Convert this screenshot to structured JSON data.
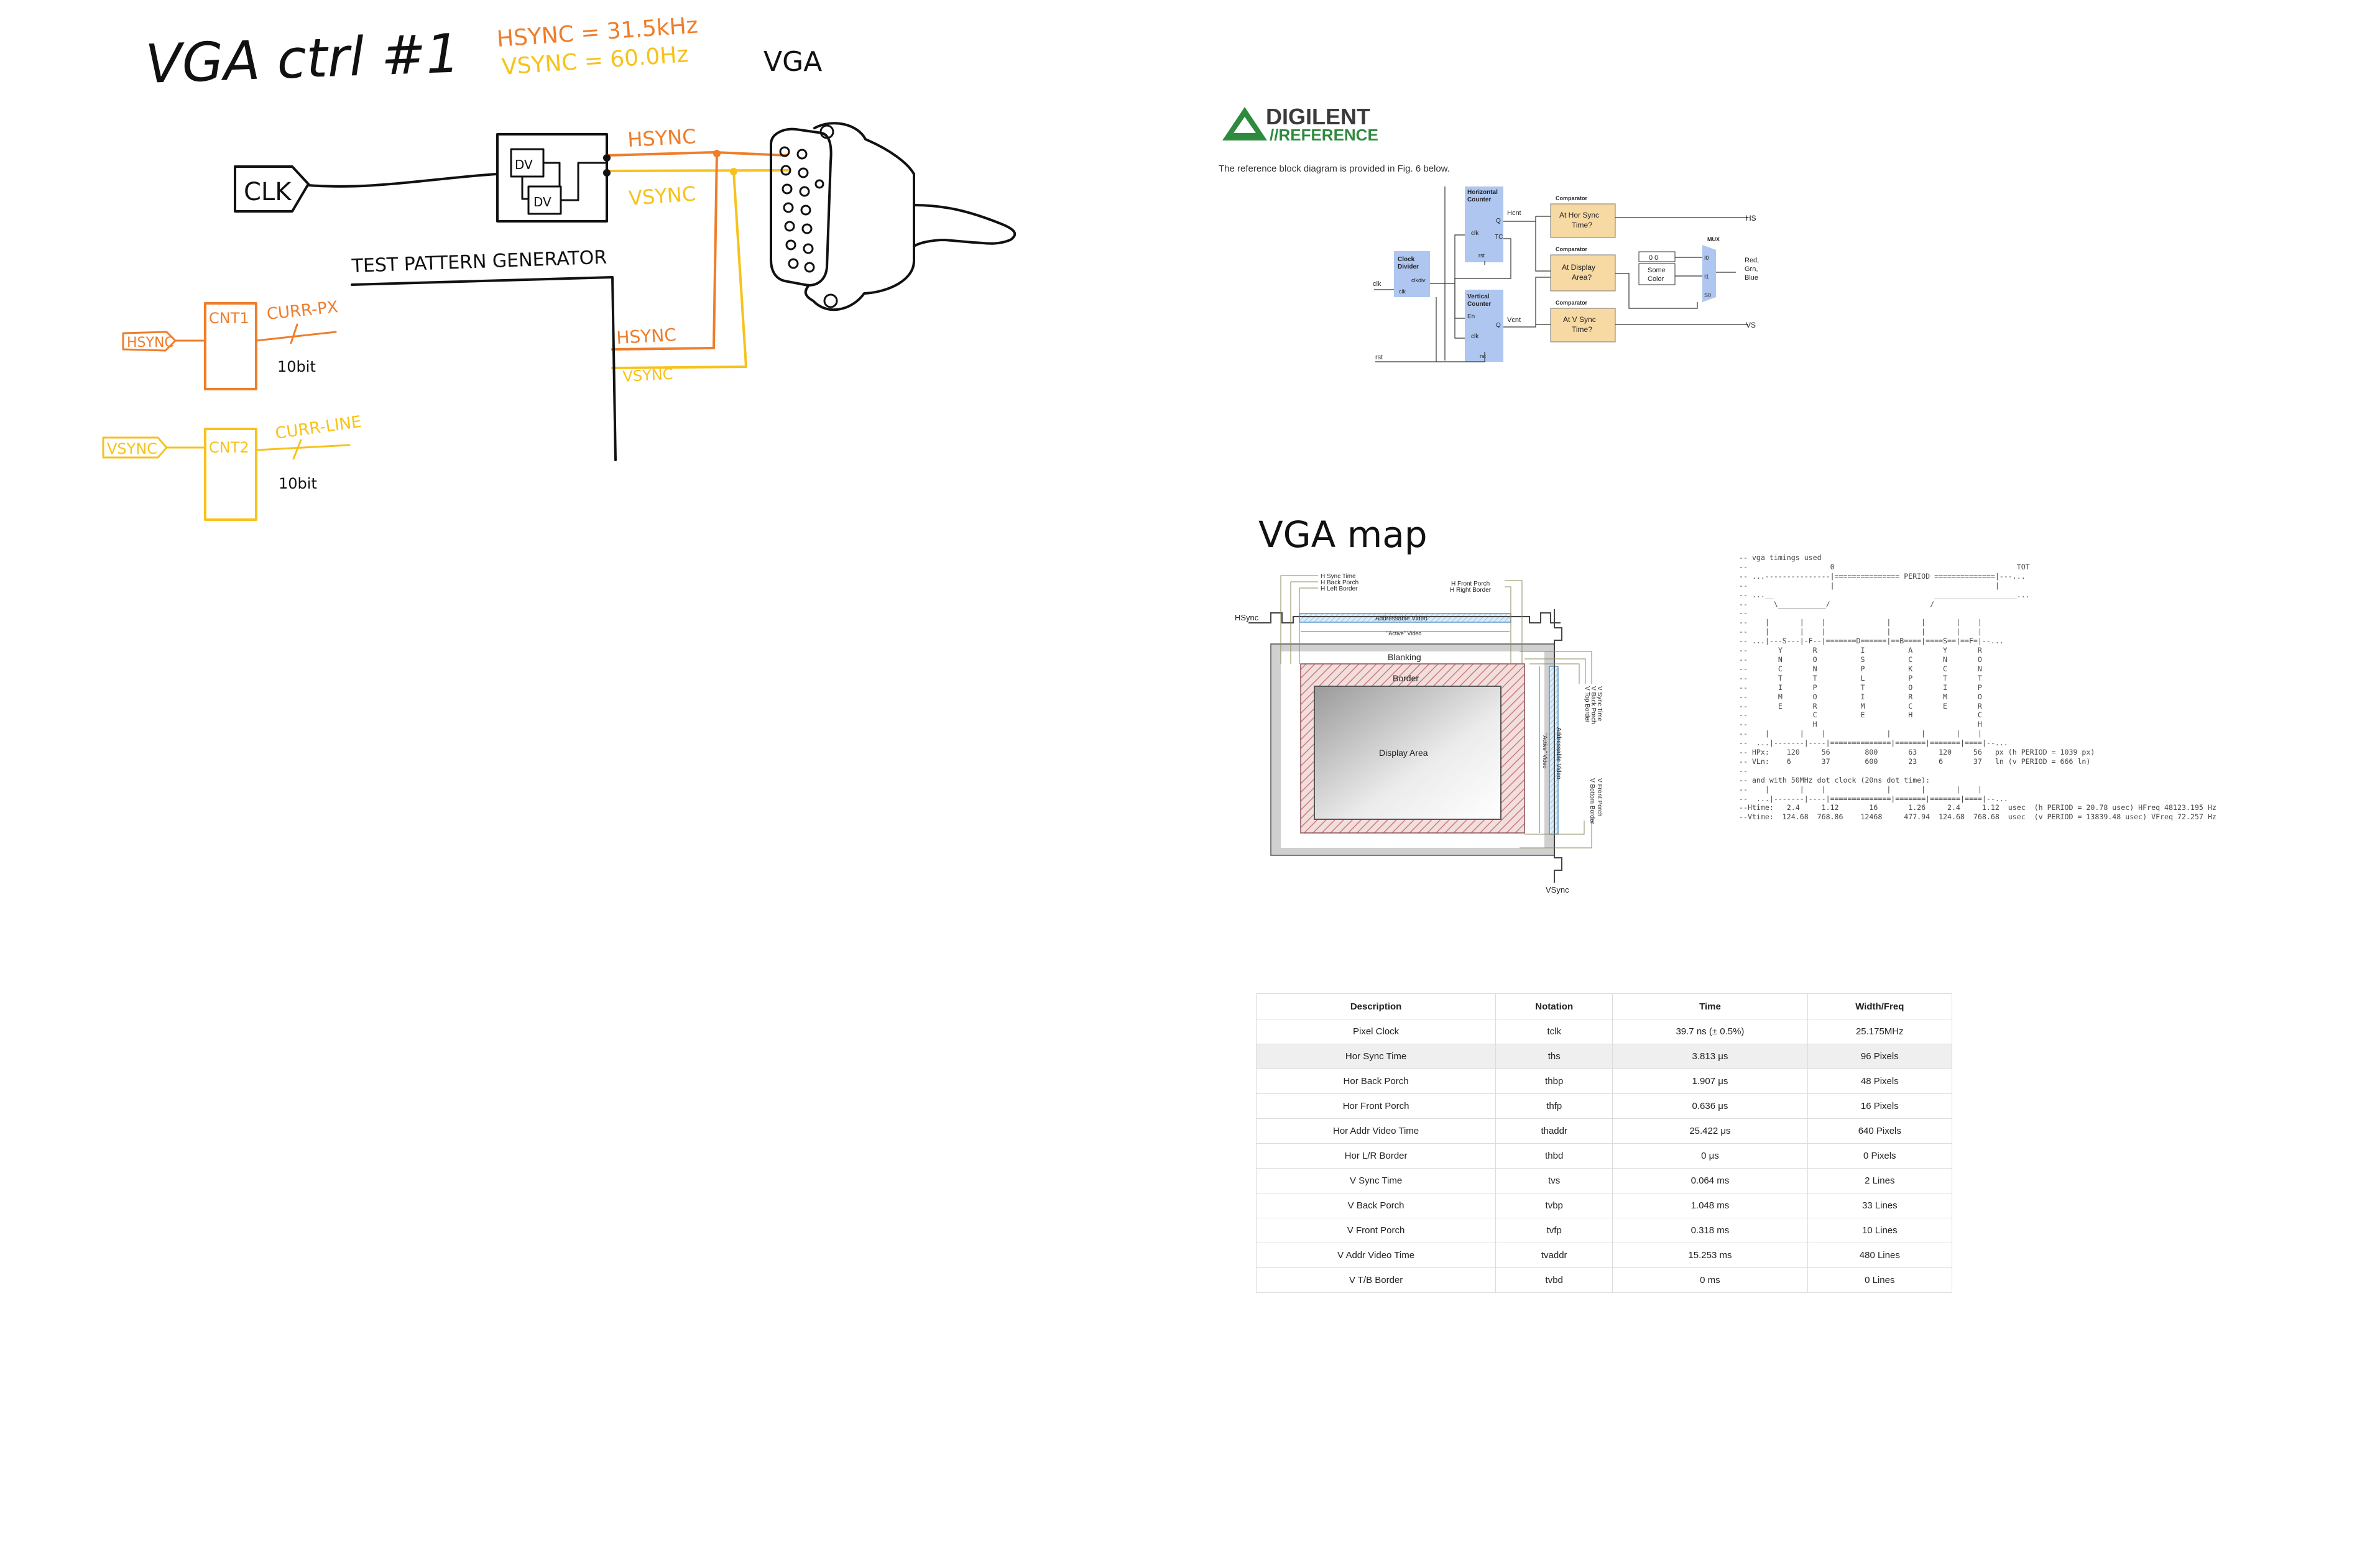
{
  "sketch": {
    "title": "VGA ctrl #1",
    "hsync_freq": "HSYNC = 31.5kHz",
    "vsync_freq": "VSYNC = 60.0Hz",
    "vga_label": "VGA",
    "clk_label": "CLK",
    "dv_label": "DV",
    "tg_label": "TEST PATTERN GENERATOR",
    "hsync_wire1": "HSYNC",
    "vsync_wire1": "VSYNC",
    "hsync_wire2": "HSYNC",
    "vsync_wire2": "VSYNC",
    "cnt1": {
      "in": "HSYNC",
      "box": "CNT1",
      "out": "CURR-PX",
      "bits": "10bit"
    },
    "cnt2": {
      "in": "VSYNC",
      "box": "CNT2",
      "out": "CURR-LINE",
      "bits": "10bit"
    },
    "colors": {
      "black": "#111111",
      "orange": "#ef7d2a",
      "yellow": "#f7c21a"
    }
  },
  "digilent": {
    "logo_line1": "DIGILENT",
    "logo_line2": "//REFERENCE",
    "intro": "The reference block diagram is provided in Fig. 6 below.",
    "clock_divider": [
      "Clock",
      "Divider"
    ],
    "clk_in": "clk",
    "clkdiv": "clkdiv",
    "clk_port": "clk",
    "horizontal_counter": [
      "Horizontal",
      "Counter"
    ],
    "vertical_counter": [
      "Vertical",
      "Counter"
    ],
    "hc_clk": "clk",
    "hc_q": "Q",
    "hc_tc": "TC",
    "hc_rst": "rst",
    "vc_en": "En",
    "vc_clk": "clk",
    "vc_q": "Q",
    "vc_rst": "rst",
    "hcnt": "Hcnt",
    "vcnt": "Vcnt",
    "rst": "rst",
    "comp_title1": "Comparator",
    "comp_title2": "Comparator",
    "comp_title3": "Comparator",
    "comp1": [
      "At Hor Sync",
      "Time?"
    ],
    "comp2": [
      "At Display",
      "Area?"
    ],
    "comp3": [
      "At V Sync",
      "Time?"
    ],
    "const_value": "0 0",
    "some_color": [
      "Some",
      "Color"
    ],
    "mux": "MUX",
    "mux_i0": "I0",
    "mux_i1": "I1",
    "mux_s0": "S0",
    "hs": "HS",
    "vs": "VS",
    "rgb": [
      "Red,",
      "Grn,",
      "Blue"
    ],
    "colors": {
      "blue_block": "#aec6f0",
      "comparator": "#f7d9a4",
      "logo_green": "#2e8b3e"
    }
  },
  "vga_map": {
    "title": "VGA map",
    "hsync": "HSync",
    "vsync": "VSync",
    "h_labels": [
      "H Sync Time",
      "H Back Porch",
      "H Left Border"
    ],
    "h_labels_right": [
      "H Front Porch",
      "H Right Border"
    ],
    "addressable_video": "Addressable Video",
    "active_video": "\"Active\" Video",
    "blanking": "Blanking",
    "border": "Border",
    "display_area": "Display Area",
    "v_labels_top": [
      "V Sync Time",
      "V Back Porch",
      "V Top Border"
    ],
    "v_labels_bottom": [
      "V Front Porch",
      "V Bottom Border"
    ],
    "v_addressable": "Addressable Video",
    "v_active": "\"Active\" Video",
    "colors": {
      "blanking": "#d0d0d0",
      "border": "#d48a8a",
      "video": "#cfe4f7"
    }
  },
  "timings_ascii": [
    "-- vga timings used",
    "--                   0                                          TOT",
    "-- ...---------------|=============== PERIOD ==============|---...",
    "--                   |                                     |",
    "-- ...__                                     ___________________...",
    "--      \\___________/                       /",
    "--",
    "--    |       |    |              |       |       |    |",
    "--    |       |    |              |       |       |    |",
    "-- ...|---S---|-F--|=======D======|==B====|====S==|==F=|--...",
    "--       Y       R          I          A       Y       R",
    "--       N       O          S          C       N       O",
    "--       C       N          P          K       C       N",
    "--       T       T          L          P       T       T",
    "--       I       P          T          O       I       P",
    "--       M       O          I          R       M       O",
    "--       E       R          M          C       E       R",
    "--               C          E          H               C",
    "--               H                                     H",
    "--    |       |    |              |       |       |    |",
    "--  ...|-------|----|==============|=======|=======|====|--...",
    "-- HPx:    120     56        800       63     120     56   px (h PERIOD = 1039 px)",
    "-- VLn:    6       37        600       23     6       37   ln (v PERIOD = 666 ln)",
    "--",
    "-- and with 50MHz dot clock (20ns dot time):",
    "--    |       |    |              |       |       |    |",
    "--  ...|-------|----|==============|=======|=======|====|--...",
    "--Htime:   2.4     1.12       16       1.26     2.4     1.12  usec  (h PERIOD = 20.78 usec) HFreq 48123.195 Hz",
    "--Vtime:  124.68  768.86    12468     477.94  124.68  768.68  usec  (v PERIOD = 13839.48 usec) VFreq 72.257 Hz"
  ],
  "table": {
    "headers": [
      "Description",
      "Notation",
      "Time",
      "Width/Freq"
    ],
    "rows": [
      [
        "Pixel Clock",
        "tclk",
        "39.7 ns (± 0.5%)",
        "25.175MHz"
      ],
      [
        "Hor Sync Time",
        "ths",
        "3.813 μs",
        "96 Pixels"
      ],
      [
        "Hor Back Porch",
        "thbp",
        "1.907 μs",
        "48 Pixels"
      ],
      [
        "Hor Front Porch",
        "thfp",
        "0.636 μs",
        "16 Pixels"
      ],
      [
        "Hor Addr Video Time",
        "thaddr",
        "25.422 μs",
        "640 Pixels"
      ],
      [
        "Hor L/R Border",
        "thbd",
        "0 μs",
        "0 Pixels"
      ],
      [
        "V Sync Time",
        "tvs",
        "0.064 ms",
        "2 Lines"
      ],
      [
        "V Back Porch",
        "tvbp",
        "1.048 ms",
        "33 Lines"
      ],
      [
        "V Front Porch",
        "tvfp",
        "0.318 ms",
        "10 Lines"
      ],
      [
        "V Addr Video Time",
        "tvaddr",
        "15.253 ms",
        "480 Lines"
      ],
      [
        "V T/B Border",
        "tvbd",
        "0 ms",
        "0 Lines"
      ]
    ]
  }
}
